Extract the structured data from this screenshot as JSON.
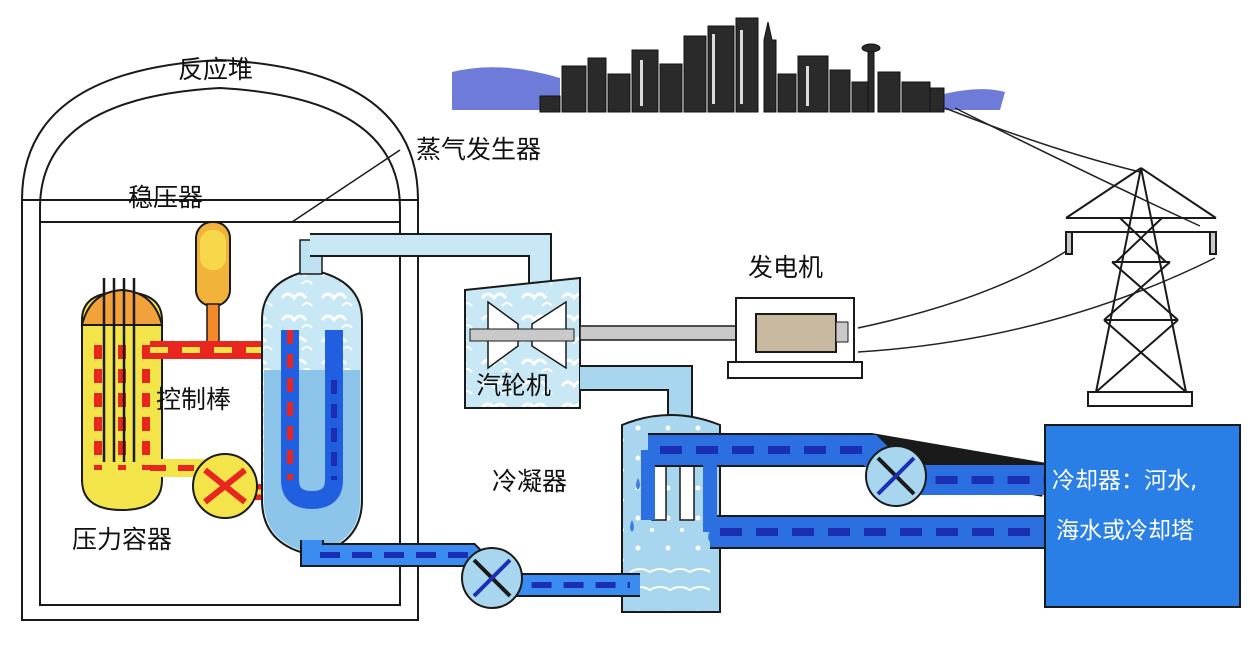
{
  "labels": {
    "reactor": "反应堆",
    "steam_generator": "蒸气发生器",
    "pressurizer": "稳压器",
    "generator": "发电机",
    "control_rods": "控制棒",
    "turbine": "汽轮机",
    "condenser": "冷凝器",
    "pressure_vessel": "压力容器",
    "cooler_line1": "冷却器：河水,",
    "cooler_line2": "海水或冷却塔"
  },
  "colors": {
    "hot_red": "#e8251f",
    "warm_yellow": "#f3e44a",
    "cold_blue": "#1f5fe0",
    "dark_blue": "#1b2fb5",
    "steam_light": "#bfe2f2",
    "cooler_box": "#2a7fe6",
    "outline": "#1a1a1a"
  }
}
